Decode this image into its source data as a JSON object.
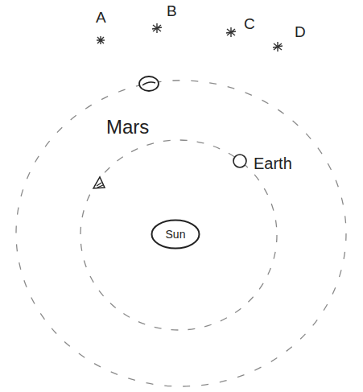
{
  "diagram": {
    "nodes": [
      {
        "text": [
          "Sun"
        ]
      }
    ],
    "labels": [
      "A",
      "B",
      "C",
      "D",
      "Mars",
      "Earth"
    ]
  }
}
